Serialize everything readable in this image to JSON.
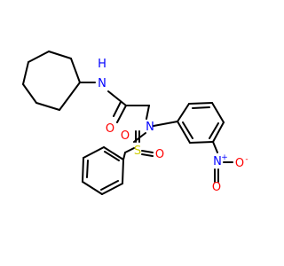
{
  "molecule": {
    "atom_labels": {
      "amide_nh": "N",
      "amide_h": "H",
      "carbonyl_o": "O",
      "sulfonamide_n": "N",
      "sulfur": "S",
      "sulfonyl_o_left": "O",
      "sulfonyl_o_right": "O",
      "nitro_n": "N",
      "nitro_n_charge": "+",
      "nitro_o_down": "O",
      "nitro_o_right": "O",
      "nitro_o_charge": "-"
    },
    "colors": {
      "carbon_bond": "#000000",
      "nitrogen": "#0000ff",
      "oxygen": "#ff0000",
      "sulfur": "#cccc00"
    }
  }
}
